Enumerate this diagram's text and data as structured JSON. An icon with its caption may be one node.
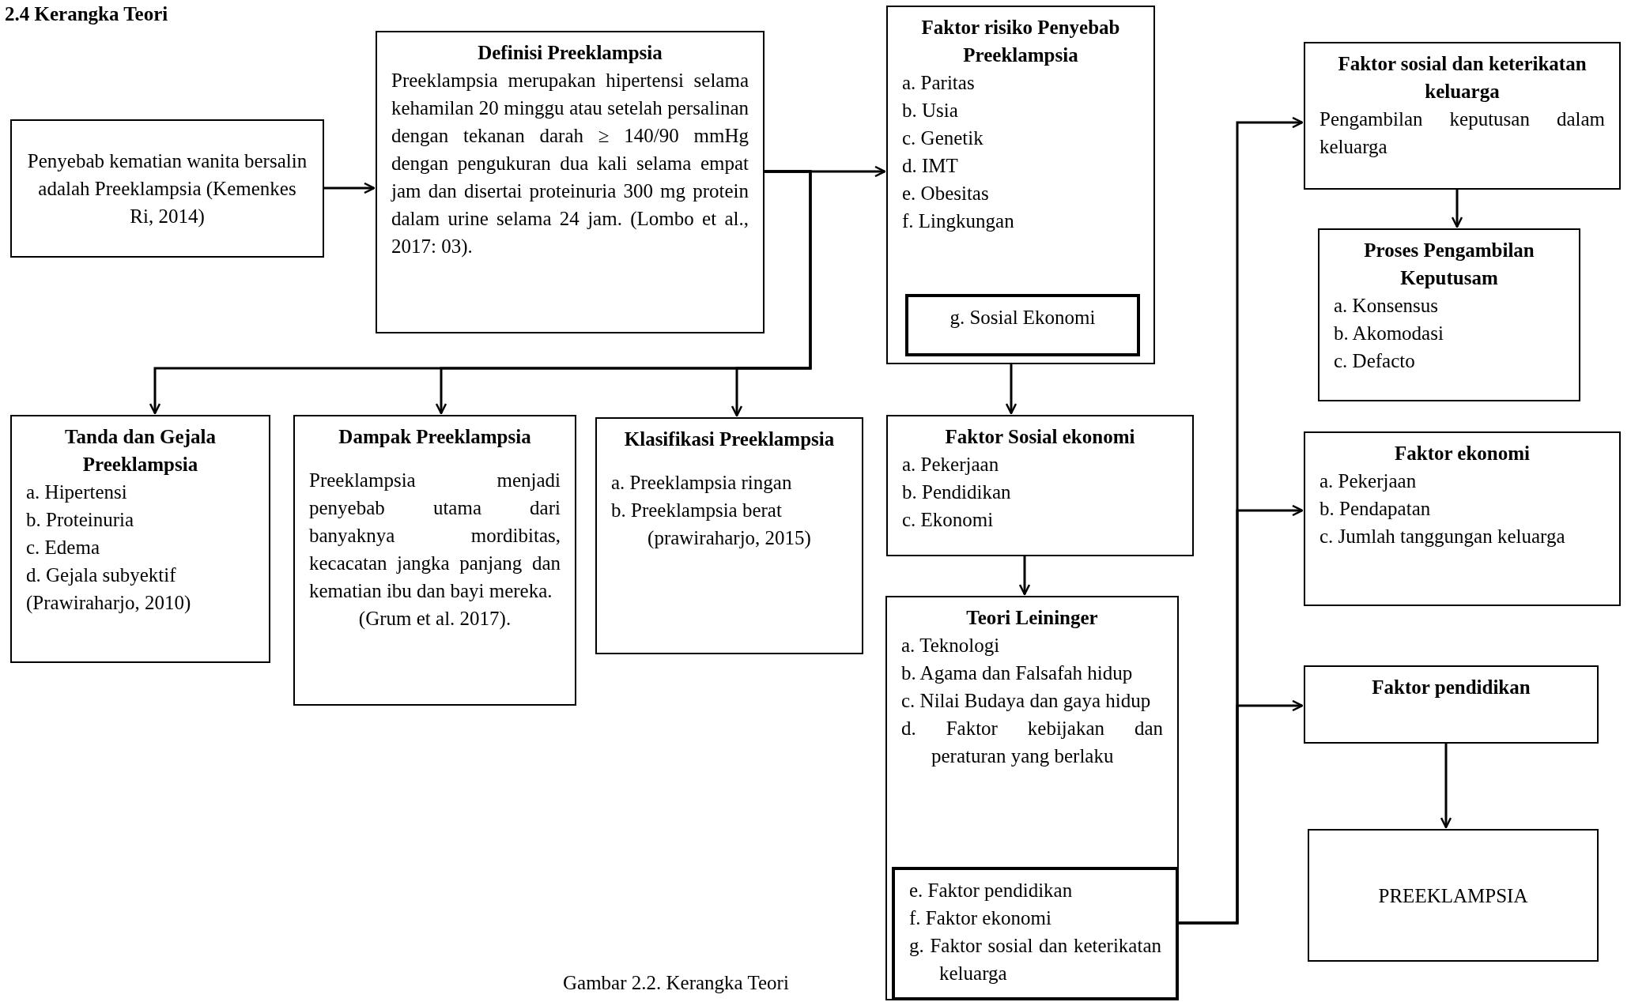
{
  "diagram": {
    "title": "2.4 Kerangka Teori",
    "caption": "Gambar 2.2. Kerangka Teori",
    "nodes": [
      {
        "text": [
          "Penyebab kematian wanita bersalin adalah Preeklampsia (Kemenkes Ri, 2014)"
        ]
      },
      {
        "text": [
          "Definisi Preeklampsia",
          "Preeklampsia merupakan hipertensi selama kehamilan 20 minggu atau setelah persalinan dengan tekanan darah ≥ 140/90 mmHg dengan pengukuran dua kali selama empat jam dan disertai proteinuria 300 mg protein dalam urine selama 24 jam. (Lombo et al., 2017: 03)."
        ]
      },
      {
        "text": [
          "Faktor risiko Penyebab Preeklampsia",
          "a. Paritas",
          "b. Usia",
          "c. Genetik",
          "d. IMT",
          "e. Obesitas",
          "f. Lingkungan"
        ]
      },
      {
        "text": [
          "g. Sosial Ekonomi"
        ],
        "in": 2
      },
      {
        "text": [
          "Faktor sosial dan keterikatan keluarga",
          "Pengambilan keputusan dalam keluarga"
        ]
      },
      {
        "text": [
          "Proses Pengambilan Keputusam",
          "a. Konsensus",
          "b. Akomodasi",
          "c. Defacto"
        ]
      },
      {
        "text": [
          "Tanda dan Gejala Preeklampsia",
          "a. Hipertensi",
          "b. Proteinuria",
          "c. Edema",
          "d. Gejala subyektif",
          "(Prawiraharjo, 2010)"
        ]
      },
      {
        "text": [
          "Dampak Preeklampsia",
          "Preeklampsia menjadi penyebab utama dari banyaknya mordibitas, kecacatan jangka panjang dan kematian ibu dan bayi mereka.",
          "(Grum et al. 2017)."
        ]
      },
      {
        "text": [
          "Klasifikasi Preeklampsia",
          "a. Preeklampsia ringan",
          "b. Preeklampsia berat",
          "(prawiraharjo, 2015)"
        ]
      },
      {
        "text": [
          "Faktor Sosial ekonomi",
          "a. Pekerjaan",
          "b. Pendidikan",
          "c. Ekonomi"
        ]
      },
      {
        "text": [
          "Faktor ekonomi",
          "a. Pekerjaan",
          "b. Pendapatan",
          "c. Jumlah tanggungan keluarga"
        ]
      },
      {
        "text": [
          "Teori Leininger",
          "a. Teknologi",
          "b. Agama dan Falsafah hidup",
          "c. Nilai Budaya dan gaya hidup",
          "d. Faktor kebijakan dan peraturan yang berlaku"
        ]
      },
      {
        "text": [
          "e. Faktor pendidikan",
          "f. Faktor ekonomi",
          "g. Faktor sosial dan keterikatan keluarga"
        ],
        "in": 11
      },
      {
        "text": [
          "Faktor pendidikan"
        ]
      },
      {
        "text": [
          "PREEKLAMPSIA"
        ]
      }
    ],
    "edges": [
      {
        "from": 0,
        "to": 1,
        "arrow": "to"
      },
      {
        "from": 1,
        "to": 2,
        "arrow": "to"
      },
      {
        "from": 1,
        "to": 6,
        "arrow": "to"
      },
      {
        "from": 1,
        "to": 7,
        "arrow": "to"
      },
      {
        "from": 1,
        "to": 8,
        "arrow": "to"
      },
      {
        "from": 3,
        "to": 9,
        "arrow": "to"
      },
      {
        "from": 9,
        "to": 11,
        "arrow": "to"
      },
      {
        "from": 12,
        "to": 4,
        "arrow": "to"
      },
      {
        "from": 12,
        "to": 10,
        "arrow": "to"
      },
      {
        "from": 12,
        "to": 13,
        "arrow": "to"
      },
      {
        "from": 4,
        "to": 5,
        "arrow": "to"
      },
      {
        "from": 13,
        "to": 14,
        "arrow": "to"
      }
    ]
  }
}
